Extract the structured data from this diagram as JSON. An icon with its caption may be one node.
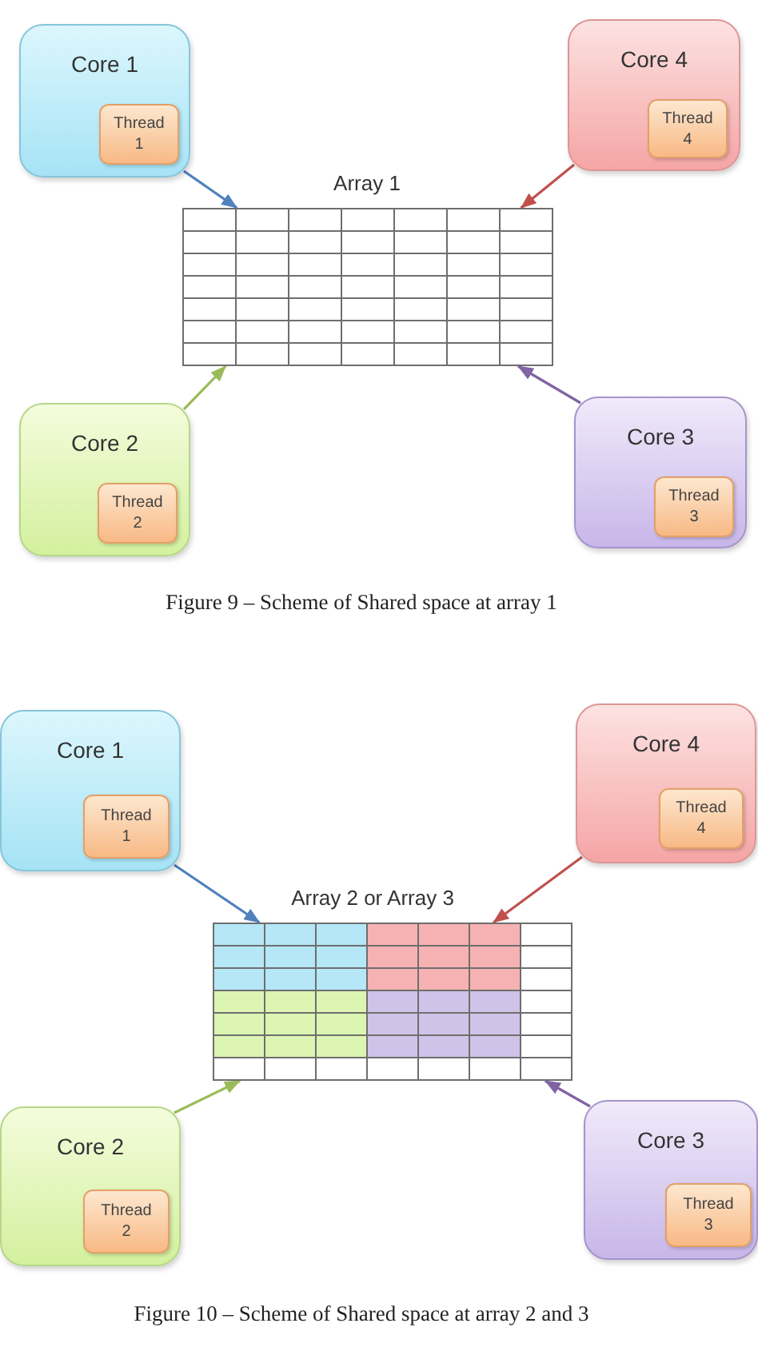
{
  "diagram": {
    "nodes": [
      {
        "text": [
          "Core 1"
        ]
      },
      {
        "text": [
          "Thread 1"
        ],
        "in": 0
      },
      {
        "text": [
          "Core 4"
        ]
      },
      {
        "text": [
          "Thread 4"
        ],
        "in": 2
      },
      {
        "text": [
          "Array 1"
        ]
      },
      {
        "text": [
          "Core 2"
        ]
      },
      {
        "text": [
          "Thread 2"
        ],
        "in": 5
      },
      {
        "text": [
          "Core 3"
        ]
      },
      {
        "text": [
          "Thread 3"
        ],
        "in": 7
      },
      {
        "text": [
          "Core 1"
        ]
      },
      {
        "text": [
          "Thread 1"
        ],
        "in": 9
      },
      {
        "text": [
          "Core 4"
        ]
      },
      {
        "text": [
          "Thread 4"
        ],
        "in": 11
      },
      {
        "text": [
          "Array 2 or Array 3"
        ]
      },
      {
        "text": [
          "Core 2"
        ]
      },
      {
        "text": [
          "Thread 2"
        ],
        "in": 14
      },
      {
        "text": [
          "Core 3"
        ]
      },
      {
        "text": [
          "Thread 3"
        ],
        "in": 16
      }
    ],
    "edges": [
      {
        "from": 0,
        "to": 4,
        "arrow": "to",
        "color": "#4f81bd"
      },
      {
        "from": 2,
        "to": 4,
        "arrow": "to",
        "color": "#c0504d"
      },
      {
        "from": 5,
        "to": 4,
        "arrow": "to",
        "color": "#9bbb59"
      },
      {
        "from": 7,
        "to": 4,
        "arrow": "to",
        "color": "#8064a2"
      },
      {
        "from": 9,
        "to": 13,
        "arrow": "to",
        "color": "#4f81bd"
      },
      {
        "from": 11,
        "to": 13,
        "arrow": "to",
        "color": "#c0504d"
      },
      {
        "from": 14,
        "to": 13,
        "arrow": "to",
        "color": "#9bbb59"
      },
      {
        "from": 16,
        "to": 13,
        "arrow": "to",
        "color": "#8064a2"
      }
    ],
    "labels": [
      "Figure 9 – Scheme of Shared space at array 1",
      "Figure 10 – Scheme of Shared space at array 2 and 3"
    ]
  }
}
